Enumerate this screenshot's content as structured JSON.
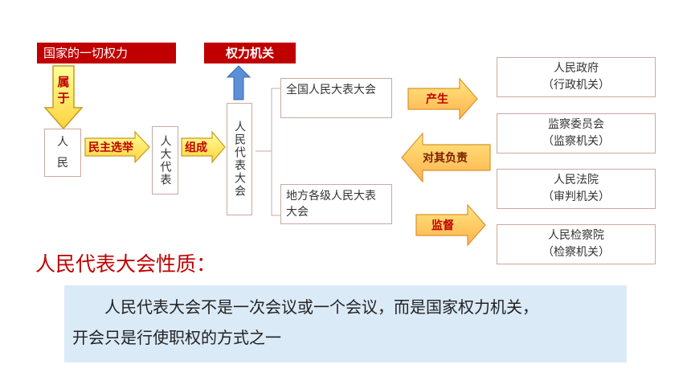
{
  "top": {
    "all_power": "国家的一切权力",
    "power_organ": "权力机关"
  },
  "belongs": "属\n于",
  "people": "人\n民",
  "arrows": {
    "democratic_election": "民主选举",
    "form": "组成",
    "produce": "产生",
    "responsible": "对其负责",
    "supervise": "监督"
  },
  "deputies": "人大代表",
  "congress": "人民代表大会",
  "congress_levels": {
    "national": "全国人民大表大会",
    "local": "地方各级人民大表大会"
  },
  "organs": [
    {
      "name": "人民政府",
      "role": "（行政机关）"
    },
    {
      "name": "监察委员会",
      "role": "（监察机关）"
    },
    {
      "name": "人民法院",
      "role": "（审判机关）"
    },
    {
      "name": "人民检察院",
      "role": "（检察机关）"
    }
  ],
  "section_title": "人民代表大会性质：",
  "description": {
    "line1": "人民代表大会不是一次会议或一个会议，而是国家权力机关，",
    "line2": "开会只是行使职权的方式之一"
  },
  "colors": {
    "red": "#c00000",
    "arrow_yellow": "#ffff66",
    "arrow_orange": "#ffb84d",
    "up_arrow_blue": "#5b8fd6",
    "desc_bg": "#dbeaf7"
  }
}
